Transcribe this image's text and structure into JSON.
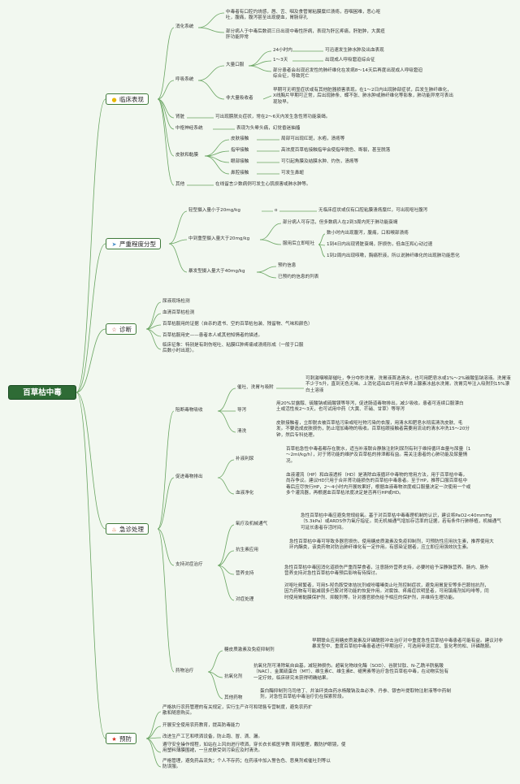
{
  "root": "百草枯中毒",
  "colors": {
    "line": "#6aa562",
    "root_bg": "#2e6b35",
    "background": "#f2f8f0"
  },
  "icons": {
    "clinical": "lightbulb-icon",
    "severity": "paper-plane-icon",
    "diagnosis": "star-outline-icon",
    "treatment": "flame-icon",
    "prevention": "star-filled-icon"
  },
  "clinical": {
    "label": "临床表现",
    "digestive": {
      "label": "消化系统",
      "t1": "中毒者有口腔灼烧感，唇、舌、咽及食管胃粘膜糜烂溃疡，吞咽困难，恶心呕吐，腹痛，腹泻甚至出现便血，胃肠穿孔",
      "t2": "部分病人于中毒后数调三日出现中毒性肝病，表现为肝区疼痛，肝脏肿，大黄疸肝功能异常"
    },
    "respiratory": {
      "label": "呼吸系统",
      "large": {
        "label": "大量口服",
        "sub1_time": "24小时内",
        "sub1_text": "可迅速发生肺水肿及出血表现",
        "sub2_time": "1～3天",
        "sub2_text": "出现成人呼吸窘迫综合征",
        "note": "部分患者会出现迟发性的肺纤维化在发病8～14天后再度出现成人呼吸窘迫综合征，导致死亡"
      },
      "small": {
        "label": "非大量吸收者",
        "text": "早期可无明显症状或有其他脏器损害表现。在1～2日内出现肺部症状，后发生肺纤维化，X线胸片早期可正常，后出现肺条、蝶不张、肺水肿或肺纤维化等影象，肺功能异常可表出现较早。"
      }
    },
    "kidney": {
      "label": "肾脏",
      "text": "可出现膀胱炎症状，常在2～6天内发生急性肾功能衰竭。"
    },
    "nervous": {
      "label": "中枢神经系统",
      "text": "表现为头晕头痛，幻觉昏迷抽搐"
    },
    "skin": {
      "label": "皮肤和黏膜",
      "items": [
        {
          "k": "皮肤接触",
          "v": "局部可出现红斑，水疱，溃疡等"
        },
        {
          "k": "指甲接触",
          "v": "高浓度百草枯接触指甲会使指甲脱色、断裂，甚至脱落"
        },
        {
          "k": "眼部接触",
          "v": "可引起角膜及结膜水肿、灼伤，溃疡等"
        },
        {
          "k": "鼻腔接触",
          "v": "可发生鼻衄"
        }
      ]
    },
    "other": {
      "label": "其他",
      "text": "在线留言少数病例可发生心肌损害或肺水肿等。"
    }
  },
  "severity": {
    "label": "严重程度分型",
    "mild": {
      "label": "轻型摄入量小于20mg/kg",
      "mark": "o",
      "text": "无临床症状或仅有口腔粘膜溃疡糜烂，可出现呕吐腹泻"
    },
    "moderate": {
      "label": "中到重型摄入量大于20mg/kg",
      "n1": "部分病人可存活，但多数病人在2到3周内死于肺功能衰竭",
      "n2": "服用后立即呕吐",
      "steps": [
        "数小时内出现腹泻，腹痛，口和喉部溃疡",
        "1到4日内出现肾脏衰竭，肝损伤，低血压和心动过速",
        "1到2周内出现咳嗽，胸痛积液，所以说肺纤维化的出现肺功能恶化"
      ]
    },
    "fatal": {
      "label": "暴发型摄入量大于40mg/kg",
      "n1": "预约信息",
      "n2": "已预约的信息的列表"
    }
  },
  "diagnosis": {
    "label": "诊断",
    "items": [
      "尿液现场检测",
      "血清百草枯检测",
      "百草枯服用的证据（自杀的遗书、空的百草枯包装、残留物、气味和颜色）",
      "百草枯服用史——患者本人或其他知情者的描述。",
      "临床征象：特别是有刺伤呕吐、粘膜红肿疼痛或溃疡形成（一般于口服后数小时出现）。"
    ]
  },
  "treatment": {
    "label": "急诊处理",
    "block": {
      "label": "阻断毒物吸收",
      "items": [
        {
          "k": "催吐、洗胃与吸附",
          "v": "可刺激咽喉部催吐，争分夺秒洗胃。洗胃液首选清水，也可用肥皂水或1%～2%碳酸氢钠溶液。洗胃液不少于5升，直到无色无味。上消化道出血可用去甲肾上腺素冰盐水洗胃。洗胃完毕注入吸附剂15%漂白土溶液"
        },
        {
          "k": "导泻",
          "v": "用20%甘露醇、硫酸钠或硫酸镁等导泻，促进肠道毒物排出，减少吸收。患者可连续口服漂白土或活性炭2～3天，也可试用中药（大黄、芒硝、甘草）等导泻"
        },
        {
          "k": "清洗",
          "v": "皮肤接触者，立即脱去被百草枯污染或呕吐物污染的衣服，用清水和肥皂水彻底清洗皮肤、毛发。不要造成皮肤损伤，防止增加毒物的吸收。百草枯眼接触者需要用流动的清水冲洗15～20分钟，然后专科处理。"
        }
      ]
    },
    "elim": {
      "label": "促进毒物排出",
      "items": [
        {
          "k": "补液利尿",
          "v": "百草枯急性中毒者都存在脱水，适当补液联合静脉注射利尿剂有利于维持循环血量与尿量（1～2ml/kg/h），对于肾功能的维护及百草枯的排泄都有益。需关注患者的心肺功能及尿量情况。"
        },
        {
          "k": "血液净化",
          "v": "血液灌流（HP）和血液透析（HD）是清除血液循环中毒物的常用方法，用于百草枯中毒，尚存争议。建议HD只用于合并肾功能损伤的百草枯中毒患者。至于HP，推荐口服百草枯中毒后应尽快行HP，2～4小时内开展效果好，根据血液毒物浓度或口服量决定一次使用一个或多个灌流器，再根据血百草枯浓度决定是否再行HP或HD。"
        }
      ]
    },
    "support": {
      "label": "支持对症治疗",
      "items": [
        {
          "k": "氧疗及机械通气",
          "v": "急性百草枯中毒应避免常规给氧。基于对百草枯中毒毒理机制的认识，建议将PaO2<40mmHg（5.3kPa）或ARDS作为氧疗指征。尚无机械通气增加存活率的证据，若有条件行肺移植，机械通气可延长患者存活时间。"
        },
        {
          "k": "抗生素应用",
          "v": "急性百草枯中毒可导致多器官损伤，使用糖皮质激素及免疫抑制剂，可预防性应用抗生素，推荐使用大环内酯类，该类药物对防治肺纤维化有一定作用。有感染证据者，应立即应用强效抗生素。"
        },
        {
          "k": "营养支持",
          "v": "急性百草枯中毒因消化道损伤严重而禁食者，注意肠外营养支持，必要时给予深静脉营养。肠内、肠外营养支持对急性百草枯中毒预后影响有待探讨。"
        },
        {
          "k": "对症处理",
          "v": "对呕吐频繁者，可用5-羟色胺受体拮抗剂或吩噻嗪类止吐剂控制症状，避免用胃复安等多巴胺拮抗剂，因为药物有可能减弱多巴胺对肾功能的恢复作用。对腐蚀、疼痛症状明显者，可用镇痛剂如吗啡等，同时使用胃黏膜保护剂、抑酸剂等。针对器官损伤给予相应的保护剂，并维持生理功能。"
        }
      ]
    },
    "drugs": {
      "label": "药物治疗",
      "items": [
        {
          "k": "糖皮质激素及免疫抑制剂",
          "v": "早期联合应用糖皮质激素及环磷酰胺冲击治疗对中重度急性百草枯中毒患者可能有益。建议对非暴发型中、重度百草枯中毒患者进行早期治疗，可选用甲泼尼龙、氢化考的松、环磷酰胺。"
        },
        {
          "k": "抗氧化剂",
          "v": "抗氧化剂可清除氧自由基，减轻肺损伤。超氧化物歧化酶（SOD）、谷胱甘肽、N-乙酰半胱氨酸（NAC）、金属硫蛋白（MT）、维生素C、维生素E、褪黑素等治疗急性百草枯中毒，在动物实验有一定疗效，临床研究未获得明确结果。"
        },
        {
          "k": "其他药物",
          "v": "蛋白酶抑制剂乌司他丁、井油环类血药水杨酸钠及血必净、丹参、银杏叶提取物注射液等中药制剂，对急性百草枯中毒治疗仍在探索阶段。"
        }
      ]
    }
  },
  "prevention": {
    "label": "预防",
    "items": [
      "严格执行农药管理的有关规定，实行生产许可和销售专营制度，避免农药扩散和随意购买。",
      "开展安全使用农药教育，提高防毒能力",
      "改进生产工艺和喷洒设备，防止跑、冒、滴、漏。",
      "遵守安全操作规程，如站在上风向进行喷洒，穿长衣长裤医学教 育网整理，戴防护眼镜，使用塑料薄膜围裙，一旦皮肤受到污染应及时清洗。",
      "严格管理，避免药品流失；个人不存药；在药液中加入警告色、恶臭剂或催吐剂等以防误服。"
    ]
  }
}
